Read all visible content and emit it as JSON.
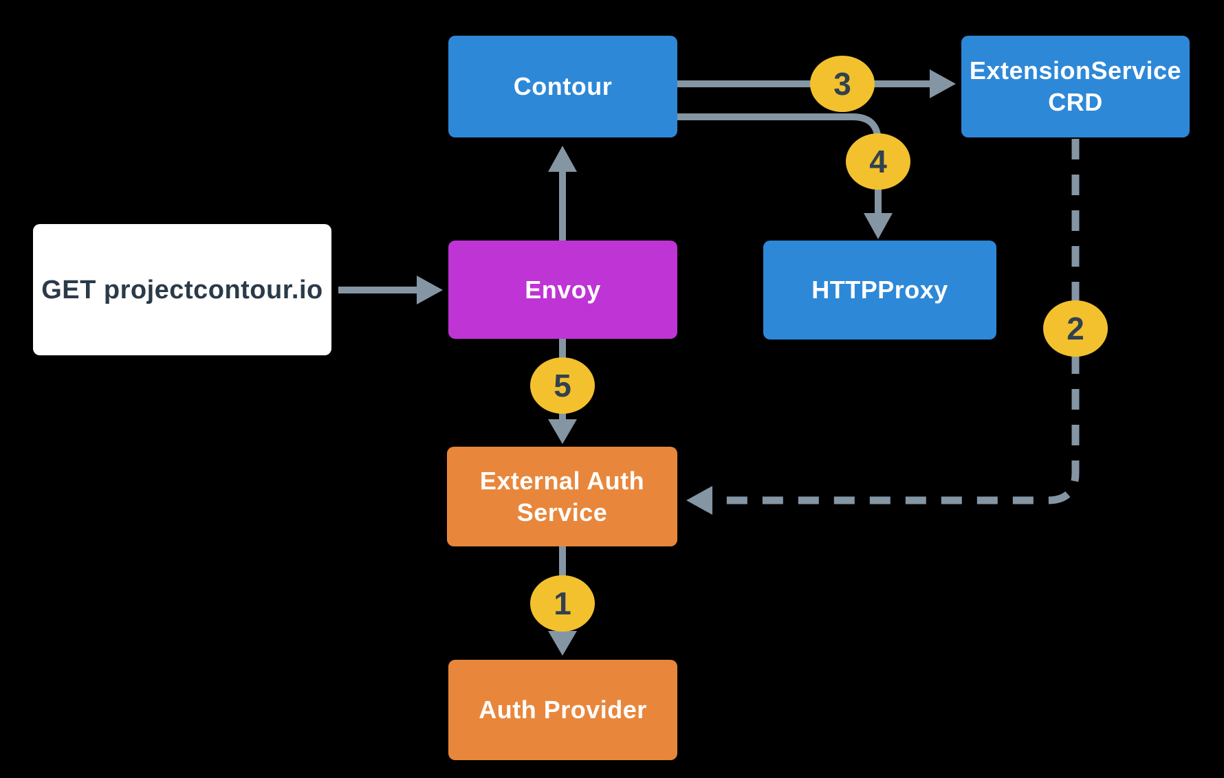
{
  "canvas": {
    "background_color": "#000000"
  },
  "nodes": {
    "contour": {
      "label": "Contour",
      "color": "#2E88D8",
      "text_color": "#FFFFFF"
    },
    "extension_service_crd": {
      "lines": [
        "ExtensionService",
        "CRD"
      ],
      "color": "#2E88D8",
      "text_color": "#FFFFFF"
    },
    "request": {
      "label": "GET projectcontour.io",
      "color": "#FFFFFF",
      "text_color": "#2B3A48"
    },
    "envoy": {
      "label": "Envoy",
      "color": "#BE34D4",
      "text_color": "#FFFFFF"
    },
    "httpproxy": {
      "label": "HTTPProxy",
      "color": "#2E88D8",
      "text_color": "#FFFFFF"
    },
    "external_auth_service": {
      "lines": [
        "External Auth",
        "Service"
      ],
      "color": "#E8873C",
      "text_color": "#FFFFFF"
    },
    "auth_provider": {
      "label": "Auth Provider",
      "color": "#E8873C",
      "text_color": "#FFFFFF"
    }
  },
  "badges": {
    "color": "#F3C12E",
    "text_color": "#31414F",
    "labels": {
      "b1": "1",
      "b2": "2",
      "b3": "3",
      "b4": "4",
      "b5": "5"
    }
  },
  "connectors": {
    "color": "#8495A4",
    "style_solid": "solid",
    "style_dashed": "dashed"
  }
}
